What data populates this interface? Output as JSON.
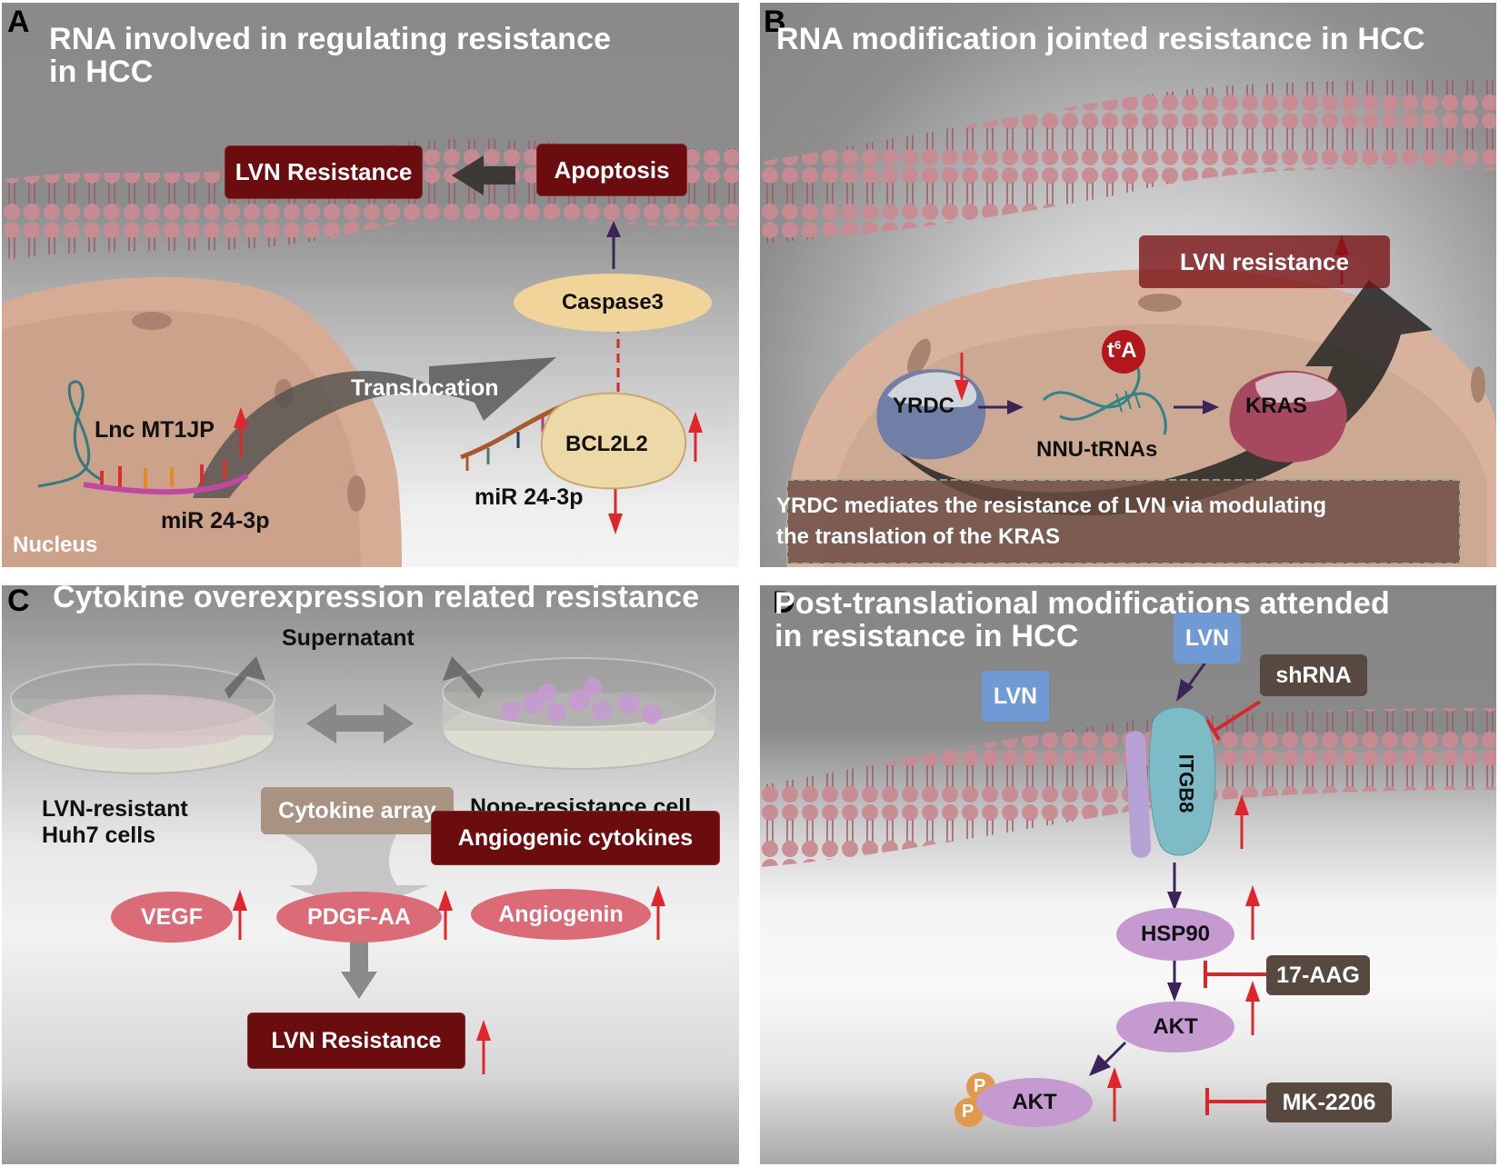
{
  "panels": {
    "a": {
      "letter": "A",
      "title_line1": "RNA involved in regulating resistance",
      "title_line2": "in HCC",
      "lvn_resistance": "LVN Resistance",
      "apoptosis": "Apoptosis",
      "caspase3": "Caspase3",
      "translocation": "Translocation",
      "lnc_mt1jp": "Lnc MT1JP",
      "mir_left": "miR 24-3p",
      "mir_right": "miR 24-3p",
      "bcl2l2": "BCL2L2",
      "nucleus": "Nucleus"
    },
    "b": {
      "letter": "B",
      "title": "RNA modification jointed resistance in HCC",
      "lvn_resistance": "LVN resistance",
      "t6a_base": "t",
      "t6a_sup": "6",
      "t6a_end": "A",
      "yrdc": "YRDC",
      "nnu_trnas": "NNU-tRNAs",
      "kras": "KRAS",
      "caption_line1": "YRDC mediates the resistance of LVN via modulating",
      "caption_line2": "the translation of the KRAS"
    },
    "c": {
      "letter": "C",
      "title": "Cytokine overexpression related resistance",
      "supernatant": "Supernatant",
      "lvn_resistant_line1": "LVN-resistant",
      "lvn_resistant_line2": "Huh7 cells",
      "none_resistance": "None-resistance cell",
      "cytokine_array": "Cytokine array",
      "angiogenic_cytokines": "Angiogenic cytokines",
      "vegf": "VEGF",
      "pdgf_aa": "PDGF-AA",
      "angiogenin": "Angiogenin",
      "lvn_resistance": "LVN Resistance"
    },
    "d": {
      "letter": "D",
      "title_line1": "Post-translational modifications attended",
      "title_line2": "in resistance in HCC",
      "lvn_top": "LVN",
      "lvn_left": "LVN",
      "shrna": "shRNA",
      "itgb8": "ITGB8",
      "hsp90": "HSP90",
      "akt": "AKT",
      "p_akt": "AKT",
      "p1": "P",
      "p2": "P",
      "inhibitor_17aag": "17-AAG",
      "inhibitor_mk2206": "MK-2206"
    }
  },
  "colors": {
    "dark_red_box": "#6b0c0f",
    "up_arrow_red": "#e0262b",
    "pathway_purple": "#3a2458",
    "inhibitor_box": "#574840",
    "lvn_blue": "#6f9ad3",
    "protein_purple": "#c49ad1",
    "cytokine_pink": "#dc6b78",
    "caspase_tan": "#f0d49a",
    "cell_tan": "#d9b39a"
  }
}
